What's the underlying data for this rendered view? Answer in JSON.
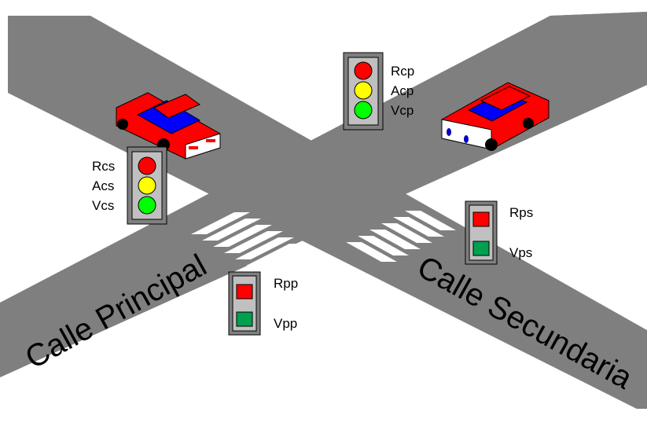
{
  "streets": {
    "main_name": "Calle Principal",
    "secondary_name": "Calle Secundaria"
  },
  "colors": {
    "road": "#7f7f7f",
    "car_body": "#ff0000",
    "car_window": "#0000ff",
    "light_red": "#ff0000",
    "light_yellow": "#ffff00",
    "light_green": "#00ff00",
    "ped_red": "#ff0000",
    "ped_green": "#00a050",
    "housing": "#c0c0c0"
  },
  "car_traffic_light_main": {
    "red": "Rcp",
    "amber": "Acp",
    "green": "Vcp"
  },
  "car_traffic_light_secondary": {
    "red": "Rcs",
    "amber": "Acs",
    "green": "Vcs"
  },
  "pedestrian_light_main": {
    "red": "Rpp",
    "green": "Vpp"
  },
  "pedestrian_light_secondary": {
    "red": "Rps",
    "green": "Vps"
  }
}
